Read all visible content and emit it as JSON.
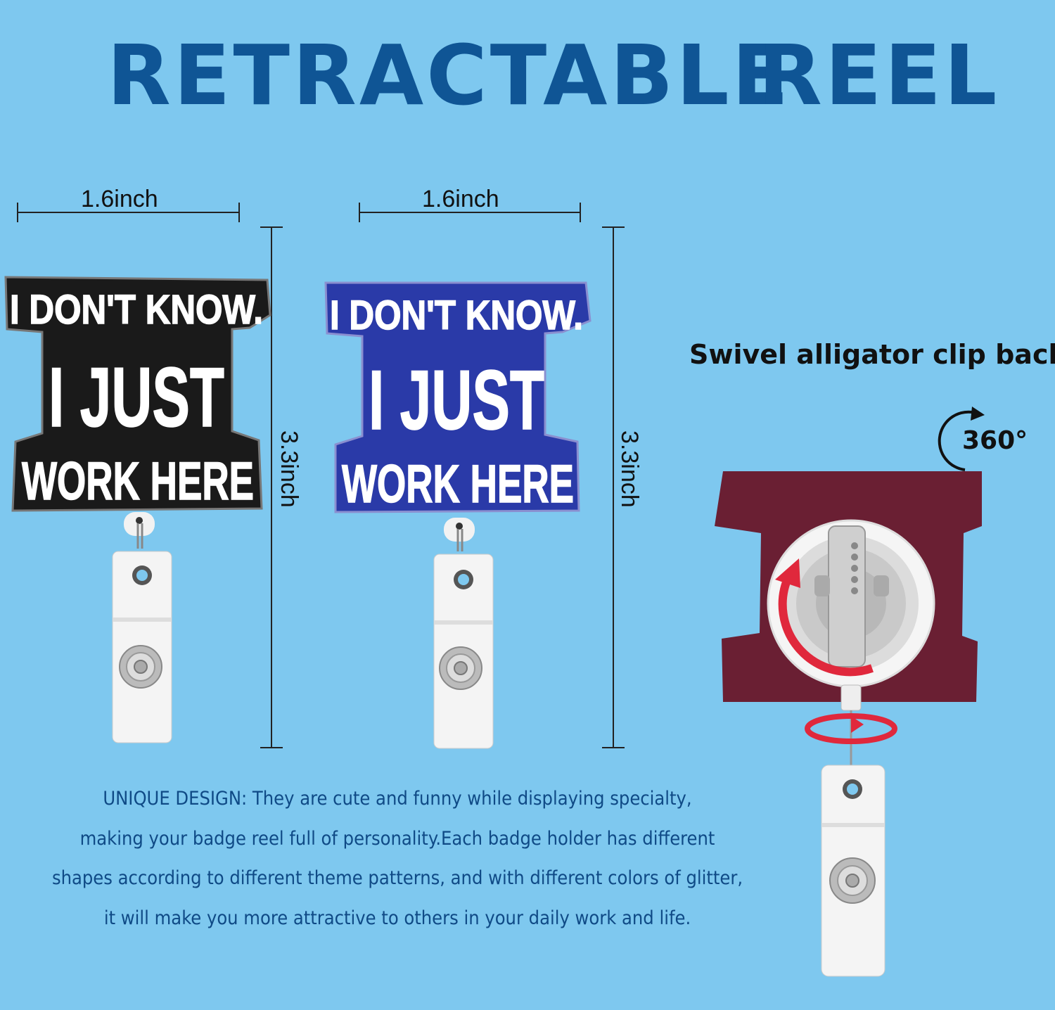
{
  "headline": {
    "word1": "RETRACTABLE",
    "word2": "REEL"
  },
  "badges": [
    {
      "width_label": "1.6inch",
      "height_label": "3.3inch",
      "glitter_color": "#1a1a1a",
      "lines": [
        "I DON'T KNOW.",
        "I JUST",
        "WORK HERE"
      ]
    },
    {
      "width_label": "1.6inch",
      "height_label": "3.3inch",
      "glitter_color": "#2a3aa8",
      "lines": [
        "I DON'T KNOW.",
        "I JUST",
        "WORK HERE"
      ]
    }
  ],
  "clip": {
    "caption": "Swivel alligator clip back",
    "rotation_label": "360°",
    "back_color": "#6a1f33"
  },
  "description": {
    "lines": [
      "UNIQUE DESIGN:  They are cute and funny while displaying specialty,",
      "making your badge reel full of personality.Each badge holder has different",
      "shapes according to different theme patterns, and with different colors of glitter,",
      "it will make you more attractive to others in your daily work and life."
    ]
  }
}
